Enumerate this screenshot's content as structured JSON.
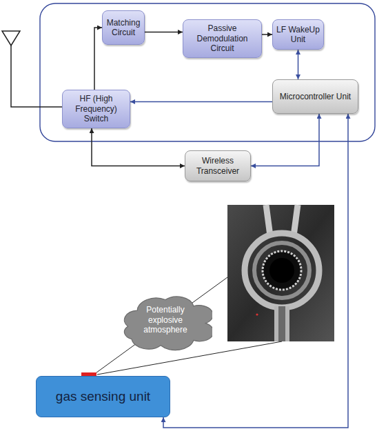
{
  "diagram": {
    "nodes": [
      {
        "text": [
          "Matching Circuit"
        ]
      },
      {
        "text": [
          "Passive Demodulation Circuit"
        ]
      },
      {
        "text": [
          "LF WakeUp Unit"
        ]
      },
      {
        "text": [
          "HF (High Frequency) Switch"
        ]
      },
      {
        "text": [
          "Microcontroller Unit"
        ]
      },
      {
        "text": [
          "Wireless Transceiver"
        ]
      },
      {
        "text": [
          "Potentially explosive atmosphere"
        ]
      },
      {
        "text": [
          "gas sensing unit"
        ]
      }
    ],
    "edges": [
      {
        "from": 3,
        "to": 0,
        "arrow": "to"
      },
      {
        "from": 0,
        "to": 1,
        "arrow": "to"
      },
      {
        "from": 1,
        "to": 2,
        "arrow": "to"
      },
      {
        "from": 2,
        "to": 4,
        "arrow": "both"
      },
      {
        "from": 4,
        "to": 3,
        "arrow": "to"
      },
      {
        "from": 3,
        "to": 5,
        "arrow": "both"
      },
      {
        "from": 5,
        "to": 4,
        "arrow": "both"
      },
      {
        "from": 7,
        "to": 4,
        "arrow": "both"
      }
    ]
  }
}
